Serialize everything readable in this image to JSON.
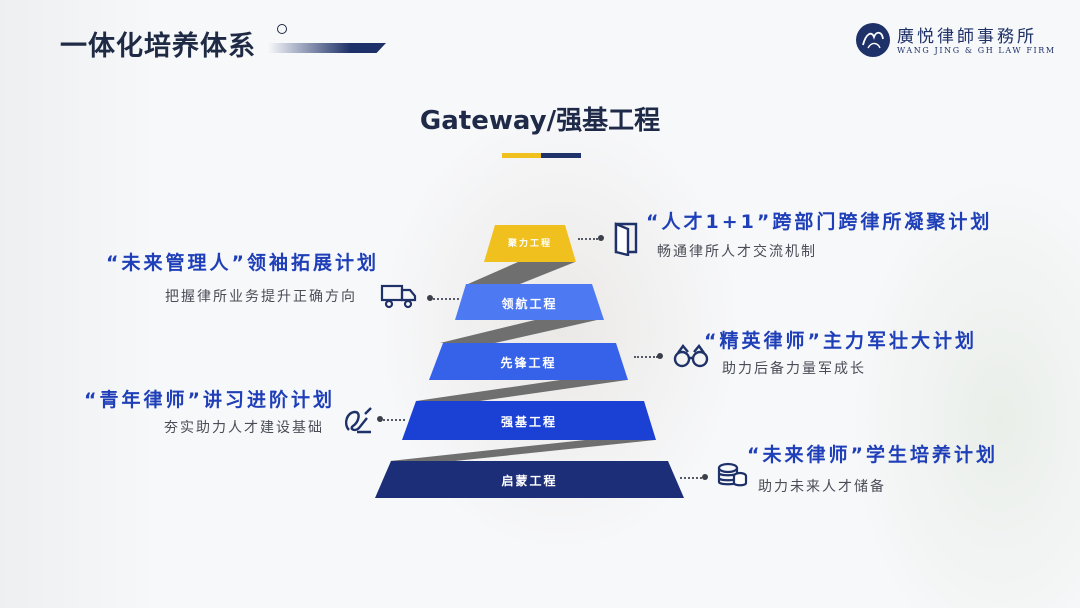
{
  "header": {
    "title": "一体化培养体系"
  },
  "logo": {
    "cn": "廣悦律師事務所",
    "en": "WANG JING & GH LAW FIRM"
  },
  "main_title": "Gateway/强基工程",
  "tiers": [
    {
      "label": "聚力工程",
      "color": "#efc01e"
    },
    {
      "label": "领航工程",
      "color": "#4d79f2"
    },
    {
      "label": "先锋工程",
      "color": "#3562e8"
    },
    {
      "label": "强基工程",
      "color": "#1b40d4"
    },
    {
      "label": "启蒙工程",
      "color": "#1d2e78"
    }
  ],
  "ribbon_color": "#6f6f6f",
  "programs": [
    {
      "title": "“人才1+1”跨部门跨律所凝聚计划",
      "desc": "畅通律所人才交流机制",
      "icon": "door-icon"
    },
    {
      "title": "“未来管理人”领袖拓展计划",
      "desc": "把握律所业务提升正确方向",
      "icon": "truck-icon"
    },
    {
      "title": "“精英律师”主力军壮大计划",
      "desc": "助力后备力量军成长",
      "icon": "binoculars-icon"
    },
    {
      "title": "“青年律师”讲习进阶计划",
      "desc": "夯实助力人才建设基础",
      "icon": "signature-icon"
    },
    {
      "title": "“未来律师”学生培养计划",
      "desc": "助力未来人才储备",
      "icon": "coins-icon"
    }
  ],
  "accent": "#1f3fb8"
}
